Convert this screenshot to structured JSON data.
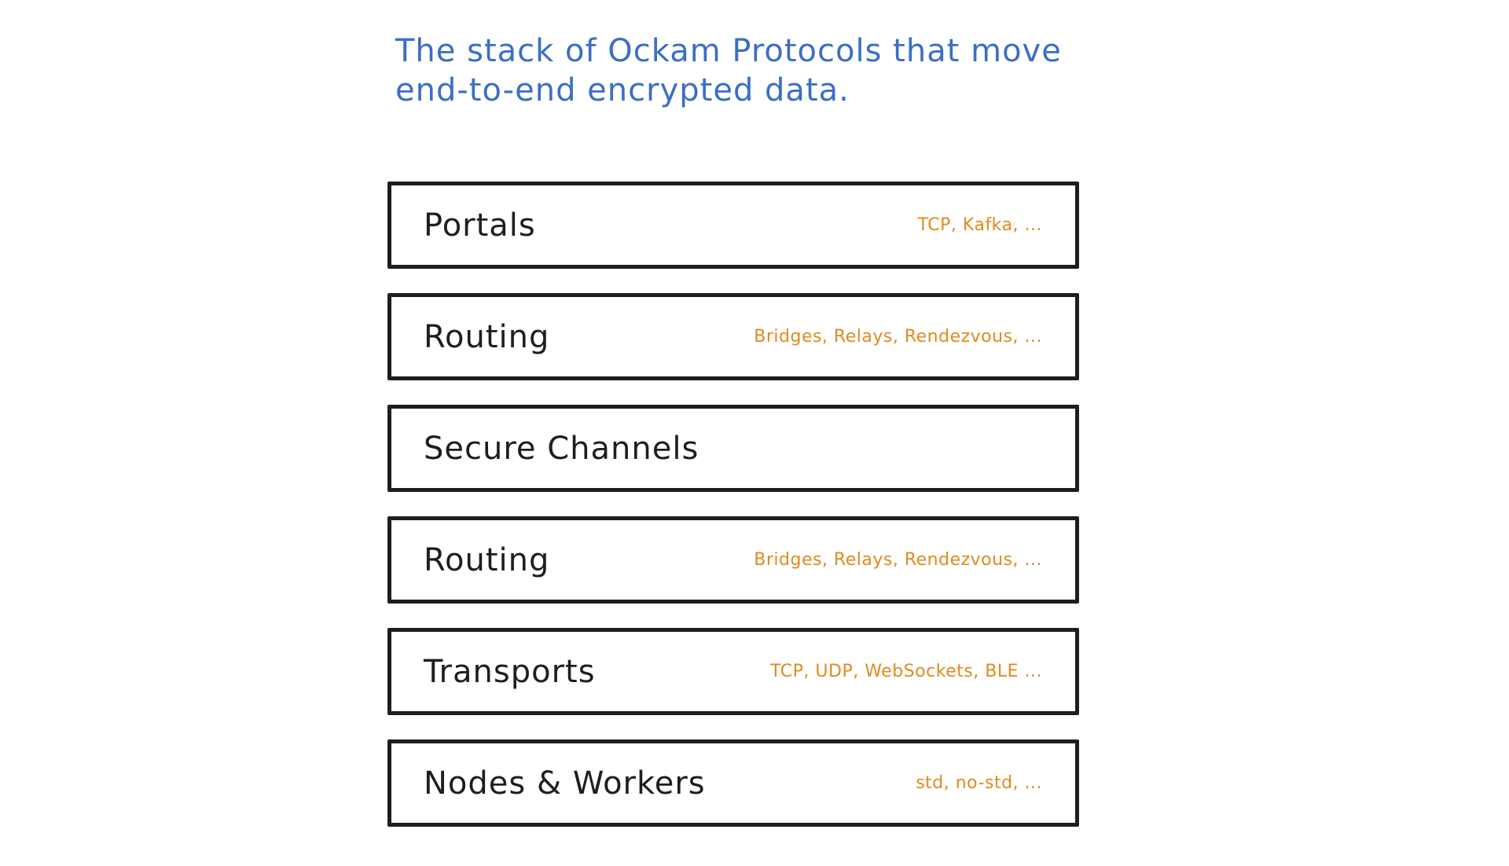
{
  "title": {
    "line1": "The stack of Ockam Protocols that move",
    "line2": "end-to-end encrypted data."
  },
  "colors": {
    "title": "#3a6fc4",
    "box_border": "#1e1e1e",
    "layer_name": "#1e1e1e",
    "examples": "#e08a1e"
  },
  "layers": [
    {
      "name": "Portals",
      "examples": "TCP, Kafka, ..."
    },
    {
      "name": "Routing",
      "examples": "Bridges, Relays, Rendezvous, ..."
    },
    {
      "name": "Secure Channels",
      "examples": ""
    },
    {
      "name": "Routing",
      "examples": "Bridges, Relays, Rendezvous, ..."
    },
    {
      "name": "Transports",
      "examples": "TCP, UDP, WebSockets, BLE ..."
    },
    {
      "name": "Nodes & Workers",
      "examples": "std, no-std, ..."
    }
  ]
}
